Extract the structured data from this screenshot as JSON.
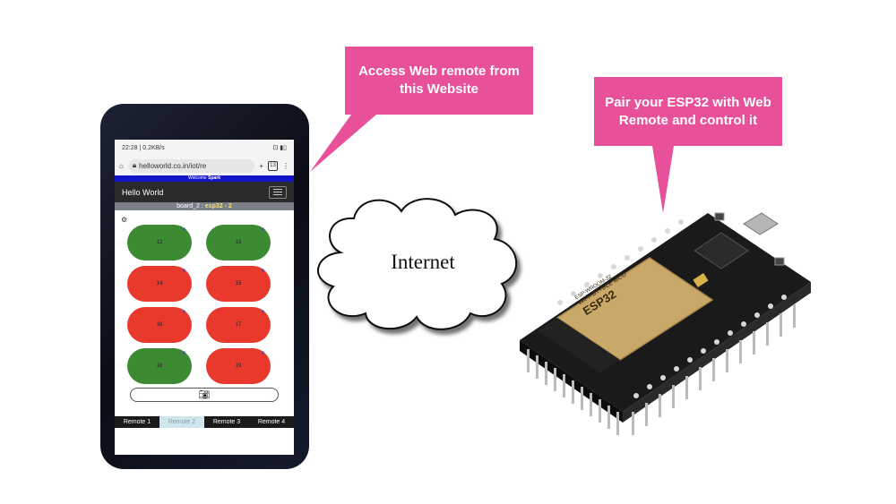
{
  "callouts": {
    "website": "Access Web remote from\nthis Website",
    "pair": "Pair your ESP32 with Web\nRemote and control it"
  },
  "cloud": {
    "label": "Internet"
  },
  "phone": {
    "status_left": "22:28 | 0.2KB/s",
    "status_right": "⊡ ▮▯",
    "url": "helloworld.co.in/iot/re",
    "tab_count": "13",
    "welcome_prefix": "Welcome",
    "welcome_user": "Spark",
    "nav_title": "Hello World",
    "board_name": "board_2 :",
    "board_device": "esp32 - 2",
    "buttons": [
      {
        "label": "12",
        "state": "on"
      },
      {
        "label": "13",
        "state": "on"
      },
      {
        "label": "14",
        "state": "off"
      },
      {
        "label": "15",
        "state": "off"
      },
      {
        "label": "16",
        "state": "off"
      },
      {
        "label": "17",
        "state": "off"
      },
      {
        "label": "18",
        "state": "on"
      },
      {
        "label": "19",
        "state": "off"
      }
    ],
    "tabs": [
      "Remote 1",
      "Remote 2",
      "Remote 3",
      "Remote 4"
    ],
    "active_tab": 1
  },
  "board": {
    "chip_brand": "ESP32",
    "chip_model": "WiFi+BT+BLE MCU",
    "chip_vendor": "ESP-WROOM-32"
  },
  "colors": {
    "callout": "#e8509a",
    "button_on": "#3c8a32",
    "button_off": "#e8392c",
    "board_pcb": "#1a1a1a",
    "chip_shield": "#c9a86a"
  }
}
